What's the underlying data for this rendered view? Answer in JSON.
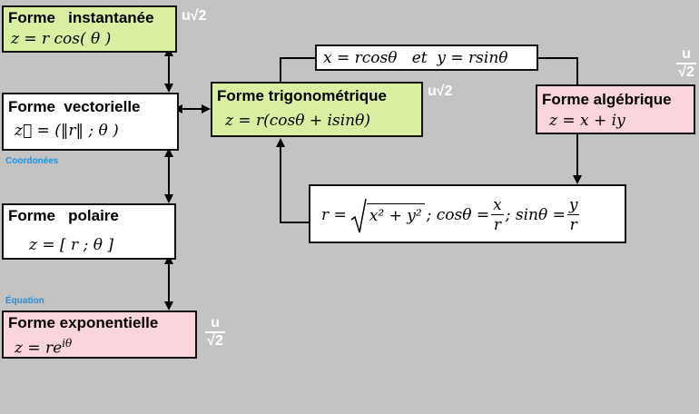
{
  "boxes": {
    "instantanee": {
      "title": "Forme   instantanée",
      "formula": "z = r cos( θ )"
    },
    "vectorielle": {
      "title": "Forme  vectorielle",
      "formula": "z⃗ =  (‖r‖ ; θ )"
    },
    "polaire": {
      "title": "Forme   polaire",
      "formula": "z = [ r ; θ ]"
    },
    "exponentielle": {
      "title": "Forme exponentielle",
      "formula_base": "z = re",
      "formula_exp": "iθ"
    },
    "trigonometrique": {
      "title": "Forme trigonométrique",
      "formula": "z = r(cosθ + isinθ)"
    },
    "algebrique": {
      "title": "Forme algébrique",
      "formula": "z = x + iy"
    },
    "relation_top": {
      "formula": "x = rcosθ   et  y = rsinθ"
    },
    "relation_bottom": {
      "r_eq": "r =",
      "radicand": "x² + y²",
      "cos_eq": "; cosθ =",
      "cos_num": "x",
      "cos_den": "r",
      "sin_eq": "; sinθ =",
      "sin_num": "y",
      "sin_den": "r"
    }
  },
  "tags": {
    "instantanee": "u√2",
    "trigonometrique": "u√2",
    "algebrique_top": "u",
    "algebrique_bottom": "√2",
    "exponentielle_top": "u",
    "exponentielle_bottom": "√2"
  },
  "labels": {
    "coordonnees": "Coordonées",
    "equation": "Équation"
  },
  "colors": {
    "background": "#c3c3c3",
    "green_box": "#d9f0a3",
    "pink_box": "#fcd5dc",
    "white_box": "#ffffff",
    "blue_label": "#1f8fe0"
  }
}
